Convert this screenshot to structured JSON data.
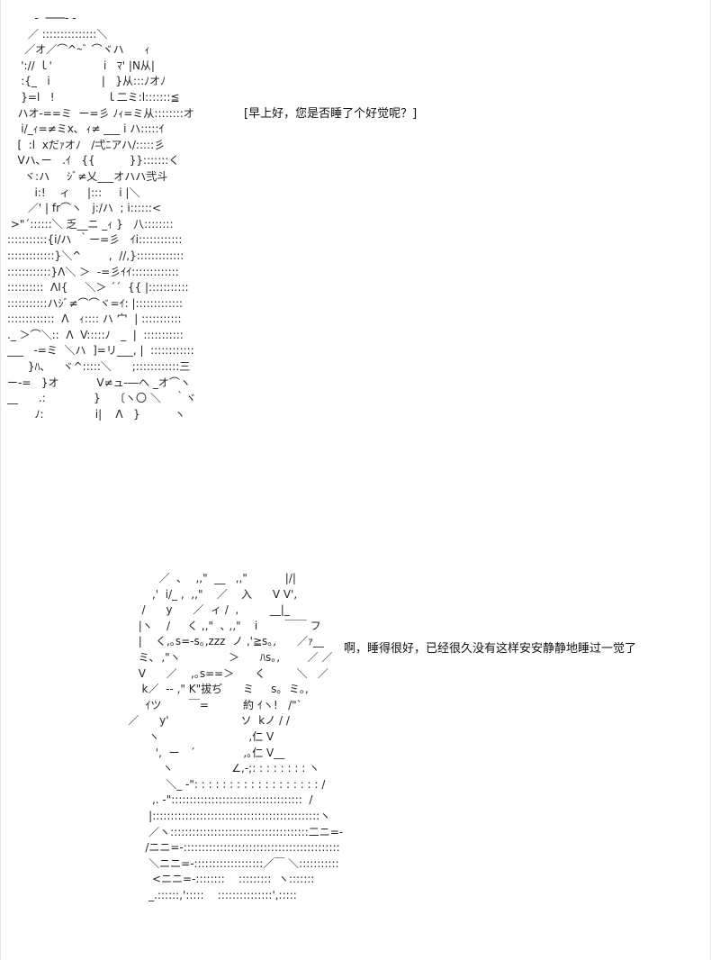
{
  "art": {
    "top_lines": [
      "        -  ───- -",
      "      ／ :::::::::::::::＼",
      "     ／オ／⌒^~ﾞ ⌒ヾハ      ｨ",
      "    ':// ｌ'               i   ﾏ' |N从|",
      "    :{_   i               |   }从:::ﾉオﾉ",
      "    }=l   !               ｌ二ミ:l:::::::≦",
      "   ハオ-==ミ  ー=彡 ﾉｨ=ミ从::::::::オ",
      "    i/_ｨ=≠ミx､  ｨ≠ ___ i ハ:::::ｲ",
      "   [  :l  xだｧオﾉ   /弌ﾆアハ/:::::彡",
      "   Vハ､ー   .ｲ   {{          }}:::::::く",
      "     ヾ:ハ     ｼﾞ≠乂___オハハ弐斗",
      "        i:!    ィ     |:::     i |＼",
      "      ／' | fr⌒ヽ   j:/ハ  ; i::::::<",
      " >\"´::::::＼ 乏__ニ _ｨ }   八::::::::",
      ":::::::::::{i/ハ  ｀ー=彡   ｲi::::::::::::",
      ":::::::::::::}＼^        ,  //,}:::::::::::::",
      "::::::::::::}Λ＼ ＞  -=彡ｲｲ:::::::::::::",
      "::::::::::  ΛI{     ＼＞ ´´  {{ |:::::::::::",
      ":::::::::::ハｼﾞ≠⌒⌒ヾ=ｲ: |:::::::::::::",
      ":::::::::::::  Λ   ｨ:::: ハ 宀  | :::::::::::",
      "._ ＞⌒＼::  Λ  V:::::ﾉ   _  |  :::::::::::",
      "___   -=ミ  ＼ハ  ]=リ___, |  ::::::::::::",
      "      }ﾊ､     ヾ^:::::＼      ;::::::::::::三",
      "ー-=   }オ           V≠ュ-―ヘ _オ⌒ヽ",
      "__      .:              }    〔ヽ〇 ＼    ｀ヾ",
      "        ﾉ:               i|    Λ   }          ヽ"
    ],
    "bottom_lines": [
      "             ／  ､    ,,\"  __   ,,\"           |/|",
      "           ,'  i/_ ,  ,,\"    ／    入      V V',",
      "        /      y      ／  ィ /  ,         __|_",
      "       |ヽ    /     く ,,\"  ､ ,,\"    i        ￣￣ フ",
      "       |    く,｡s=-s｡,zzz  ノ ,'≧s｡,      ／ｧ__",
      "       ミ､  ,\"ヽ              ＞      ﾊs｡,        ／ ／",
      "       V      ／    ,｡s==＞      く         ＼   ／",
      "        k／  -- ,\" K\"拔ぢ      ミ     s｡  ミ｡,",
      "         ｲツ        ￣=          約 ｲヽ!   /\"`",
      "    ／      y'                     ソ  kノ / /",
      "          ヽ                          ,仁 V",
      "            ',  ー   ´              ,｡仁 V__",
      "              ヽ                 ∠,-;: : : : : : : : ヽ",
      "               ＼_ -\": : : : : : : : : : : : : : : : : : /",
      "           ,. -\"::::::::::::::::::::::::::::::::::::  /",
      "          |::::::::::::::::::::::::::::::::::::::::::::::ヽ",
      "          ／ヽ::::::::::::::::::::::::::::::::::::::二ニ=-",
      "         /ニニ=-:::::::::::::::::::::::::::::::::::::::::::",
      "          ＼ニニ=-:::::::::::::::::::／￣ ＼:::::::::::",
      "           <ニニ=-::::::::    :::::::::  ヽ:::::::",
      "          _.::::::,':::::    :::::::::::::::',:::::"
    ]
  },
  "dialogue": {
    "top": "[早上好，您是否睡了个好觉呢？]",
    "bottom": "啊，睡得很好，已经很久没有这样安安静静地睡过一觉了"
  },
  "colors": {
    "background": "#ffffff",
    "text": "#222222",
    "border": "#e6e6e6"
  }
}
